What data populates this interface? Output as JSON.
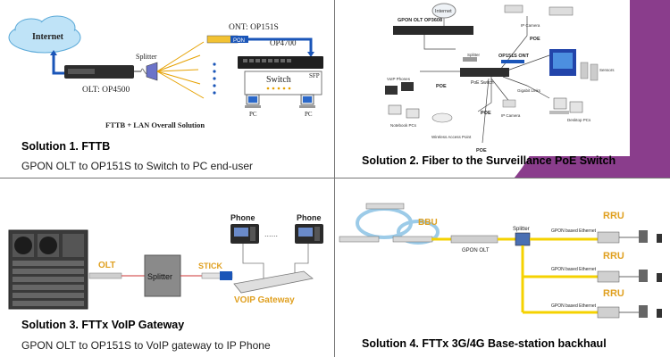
{
  "solutions": [
    {
      "title": "Solution 1. FTTB",
      "subtitle": "GPON OLT to OP151S to Switch to PC end-user",
      "diagram": {
        "internet": "Internet",
        "splitter": "Splitter",
        "ont": "ONT: OP151S",
        "sfp_tag": "PON",
        "switch_model": "OP4700",
        "sfp": "SFP",
        "switch": "Switch",
        "olt": "OLT: OP4500",
        "pc_left": "PC",
        "pc_right": "PC",
        "caption": "FTTB + LAN Overall Solution"
      }
    },
    {
      "title": "Solution 2. Fiber to the Surveillance PoE Switch",
      "subtitle": "",
      "diagram": {
        "internet": "Internet",
        "olt": "GPON OLT OP3608",
        "ip_camera_top": "IP Camera",
        "poe_top": "POE",
        "splitter": "Splitter",
        "ont": "OP151S ONT",
        "sensors": "Sensors",
        "voip_phones": "VoIP Phones",
        "poe_left": "POE",
        "poe_switch": "PoE Switch",
        "gigabit_links": "Gigabit Links",
        "ip_camera_mid": "IP Camera",
        "desktop_pcs": "Desktop PCs",
        "poe_mid": "POE",
        "notebook_pcs": "Notebook PCs",
        "wireless_ap": "Wireless Access Point",
        "poe_bottom": "POE",
        "accent_color": "#8a3d8c"
      }
    },
    {
      "title": "Solution 3. FTTx VoIP Gateway",
      "subtitle": "GPON OLT to OP151S to VoIP gateway to IP Phone",
      "diagram": {
        "olt": "OLT",
        "splitter": "Splitter",
        "stick": "STICK",
        "gateway": "VOIP Gateway",
        "phone_left": "Phone",
        "phone_right": "Phone",
        "dots": "......",
        "label_color": "#e0a020"
      }
    },
    {
      "title": "Solution 4. FTTx 3G/4G Base-station backhaul",
      "subtitle": "",
      "diagram": {
        "bbu": "BBU",
        "gpon_olt": "GPON OLT",
        "splitter": "Splitter",
        "rru": [
          "RRU",
          "RRU",
          "RRU"
        ],
        "gpon_eth": [
          "GPON based Ethernet",
          "GPON based Ethernet",
          "GPON based Ethernet"
        ],
        "fiber_color": "#f5d200"
      }
    }
  ]
}
